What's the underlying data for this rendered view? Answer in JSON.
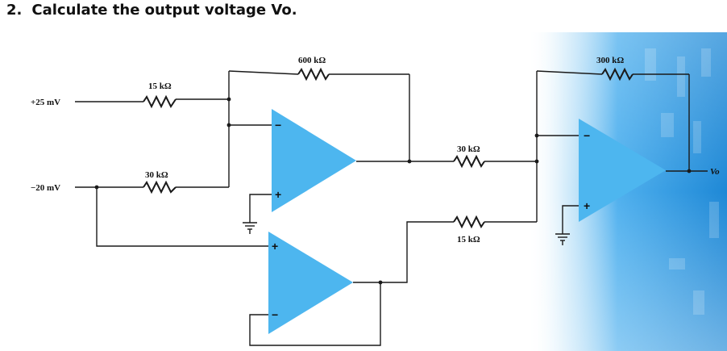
{
  "question": {
    "number": "2.",
    "text": "Calculate the output voltage Vo."
  },
  "circuit": {
    "inputs": {
      "v1": "+25 mV",
      "v2": "−20 mV"
    },
    "resistors": {
      "r_in1": "15 kΩ",
      "r_in2": "30 kΩ",
      "r_feedback1": "600 kΩ",
      "r_sum1": "30 kΩ",
      "r_sum2": "15 kΩ",
      "r_feedback2": "300 kΩ"
    },
    "opamp_terminals": {
      "minus": "−",
      "plus": "+"
    },
    "output": {
      "label": "Vo"
    },
    "colors": {
      "opamp_fill": "#4db6ef",
      "wire": "#1a1a1a",
      "background_panel": "#2f9be0"
    }
  }
}
